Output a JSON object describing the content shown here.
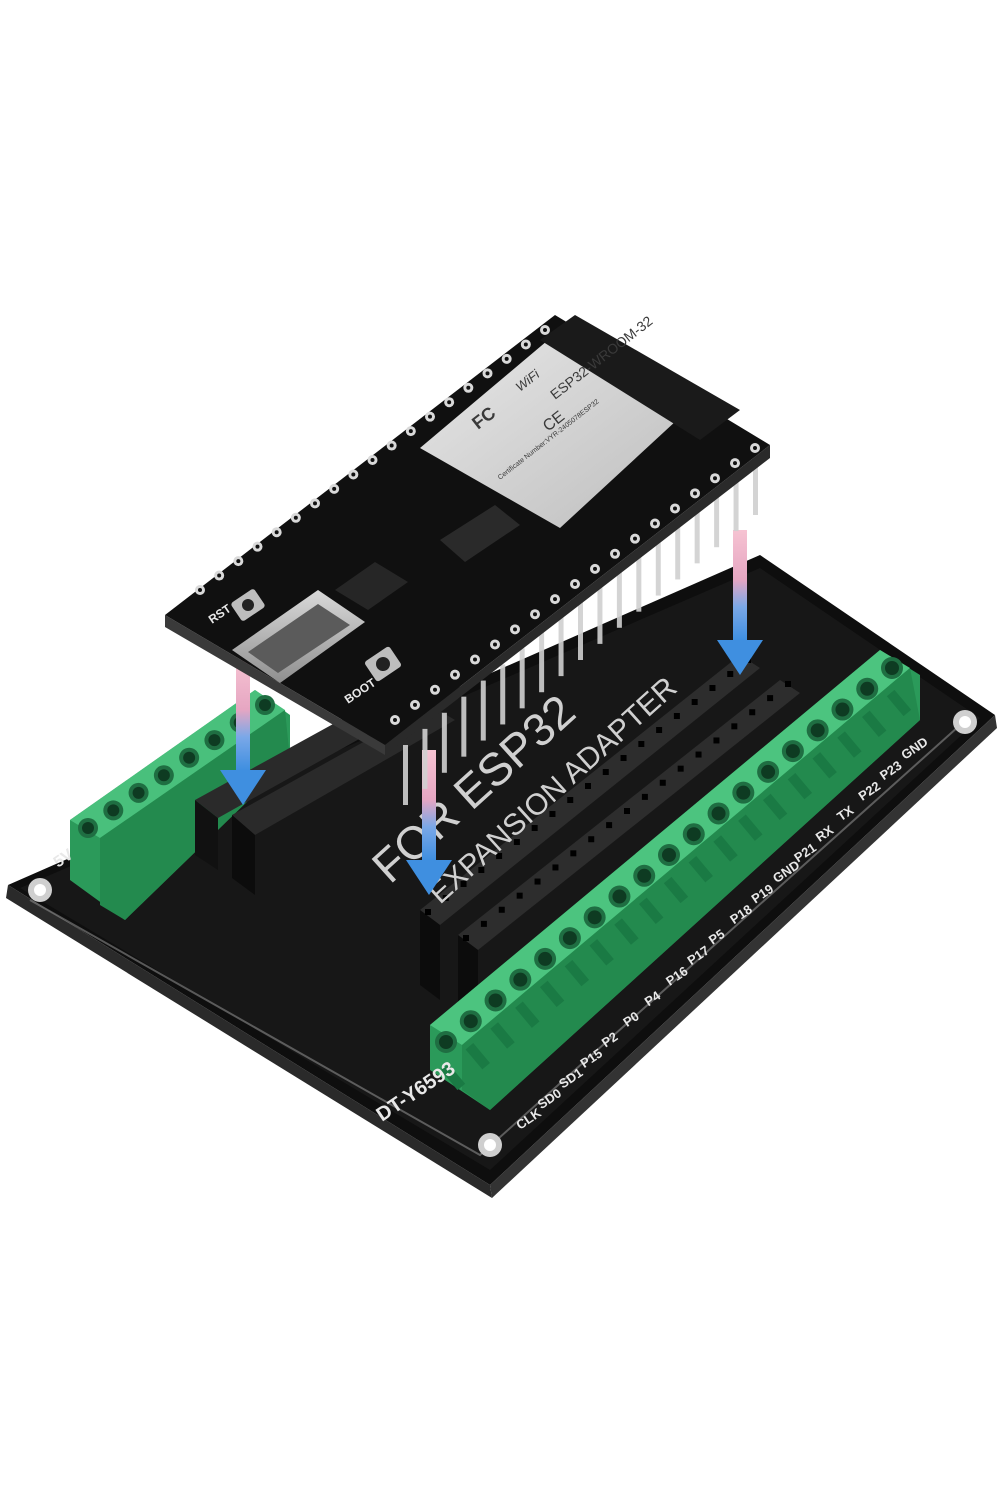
{
  "board": {
    "title": "FOR ESP32",
    "subtitle": "EXPANSION ADAPTER",
    "model": "DT-Y6593",
    "left_label": "5V",
    "right_pins": [
      "CLK",
      "SD0",
      "SD1",
      "P15",
      "P2",
      "P0",
      "P4",
      "P16",
      "P17",
      "P5",
      "P18",
      "P19",
      "GND",
      "P21",
      "RX",
      "TX",
      "P22",
      "P23",
      "GND"
    ]
  },
  "module": {
    "name": "ESP32-WROOM-32",
    "wifi": "WiFi",
    "fcc": "FC",
    "ce": "CE",
    "rst": "RST",
    "boot": "BOOT",
    "cert": "Certificate Number:VYR-2405078ESP32"
  },
  "colors": {
    "pcb": "#151515",
    "terminal": "#2fa260",
    "header": "#1b1b1b",
    "arrow_top": "#f0b6c8",
    "arrow_bottom": "#3f8fe0"
  }
}
